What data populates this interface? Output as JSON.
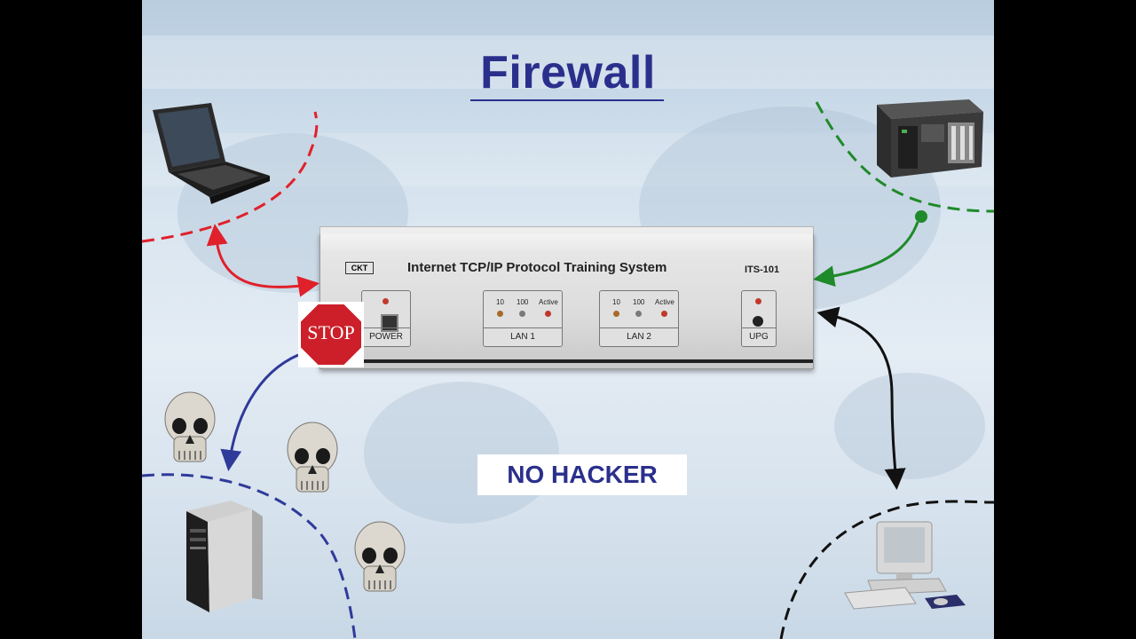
{
  "slide": {
    "title": "Firewall",
    "caption": "NO HACKER"
  },
  "device": {
    "logo": "CKT",
    "system_name": "Internet TCP/IP Protocol Training System",
    "model": "ITS-101",
    "power_label": "POWER",
    "lan1": {
      "label": "LAN 1",
      "led_labels": [
        "10",
        "100",
        "Active"
      ]
    },
    "lan2": {
      "label": "LAN 2",
      "led_labels": [
        "10",
        "100",
        "Active"
      ]
    },
    "upg_label": "UPG"
  },
  "stop_sign": {
    "text": "STOP"
  },
  "icons": {
    "laptop": "laptop-icon",
    "rack_server": "rack-server-icon",
    "tower_pc": "tower-pc-icon",
    "desktop": "desktop-computer-icon",
    "skull": "skull-icon"
  },
  "colors": {
    "title": "#2b2f8c",
    "red_link": "#e0202a",
    "green_link": "#1f8a2a",
    "blue_link": "#2f3a9a",
    "black_link": "#111111"
  }
}
